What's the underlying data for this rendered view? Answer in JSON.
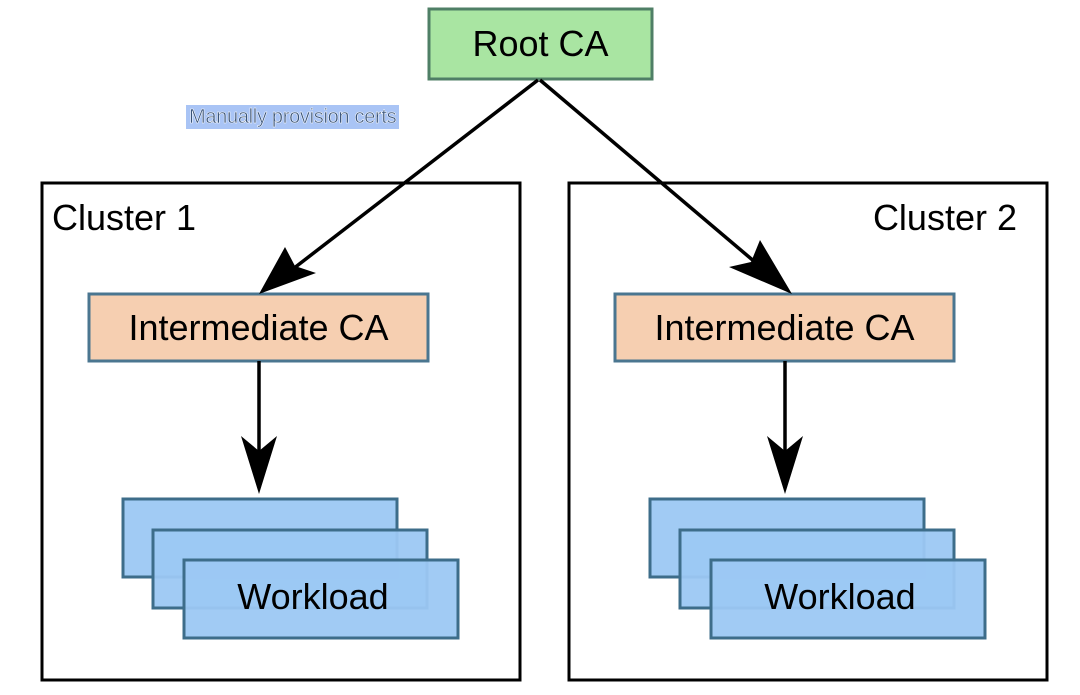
{
  "root": {
    "label": "Root CA"
  },
  "edge_label": "Manually provision certs",
  "clusters": [
    {
      "title": "Cluster 1",
      "intermediate": "Intermediate CA",
      "workload": "Workload"
    },
    {
      "title": "Cluster 2",
      "intermediate": "Intermediate CA",
      "workload": "Workload"
    }
  ],
  "colors": {
    "root_fill": "#a9e5a2",
    "root_border": "#4f7f66",
    "intermediate_fill": "#f6cfb1",
    "intermediate_border": "#4a7690",
    "workload_fill": "#9cc8f3",
    "workload_border": "#3d6d8a",
    "frame_border": "#000000",
    "edge_label_bg": "#a9c4f5",
    "edge_label_text": "#39547a"
  }
}
